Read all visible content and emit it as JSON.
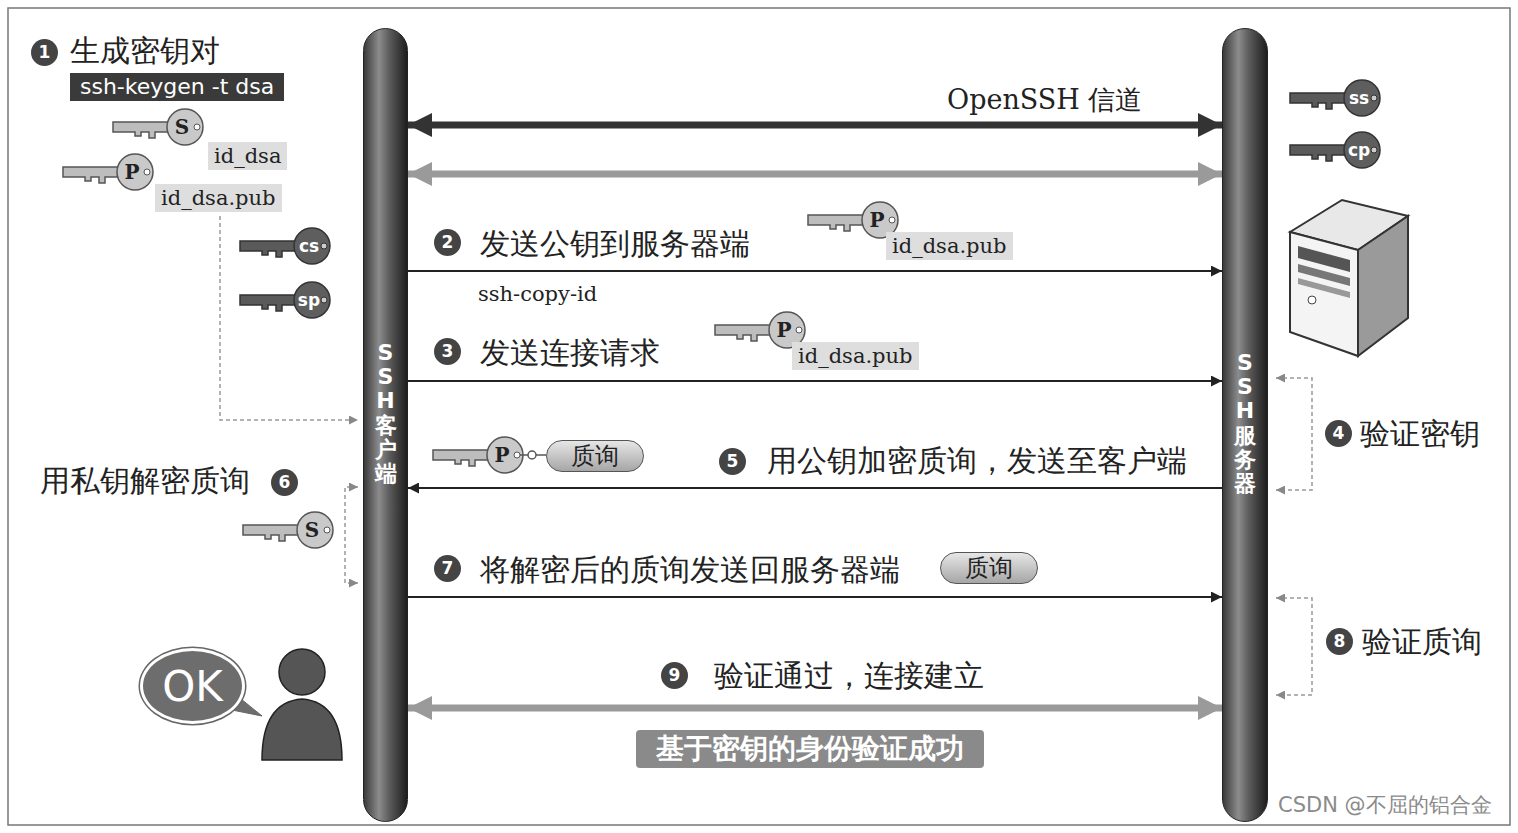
{
  "diagram": {
    "nodes": [
      {
        "text": [
          "ssh-keygen -t dsa"
        ]
      },
      {
        "text": [
          "SSH 客户端"
        ]
      },
      {
        "text": [
          "SSH 服务器"
        ]
      },
      {
        "text": [
          "质询"
        ]
      },
      {
        "text": [
          "质询"
        ]
      },
      {
        "text": [
          "基于密钥的身份验证成功"
        ]
      },
      {
        "text": [
          "OK"
        ]
      }
    ],
    "edges": [
      {
        "from": 1,
        "to": 2,
        "arrow": "both",
        "label": "OpenSSH 信道"
      },
      {
        "from": 1,
        "to": 2,
        "arrow": "both"
      },
      {
        "from": 1,
        "to": 2,
        "arrow": "to",
        "label": "发送公钥到服务器端"
      },
      {
        "from": 1,
        "to": 2,
        "arrow": "to",
        "label": "发送连接请求"
      },
      {
        "from": 2,
        "to": 1,
        "arrow": "to",
        "label": "用公钥加密质询，发送至客户端"
      },
      {
        "from": 1,
        "to": 2,
        "arrow": "to",
        "label": "将解密后的质询发送回服务器端"
      },
      {
        "from": 1,
        "to": 2,
        "arrow": "both",
        "label": "验证通过，连接建立"
      }
    ],
    "labels": [
      "1",
      "生成密钥对",
      "S",
      "id_dsa",
      "P",
      "id_dsa.pub",
      "cs",
      "sp",
      "ss",
      "cp",
      "2",
      "P",
      "id_dsa.pub",
      "ssh-copy-id",
      "3",
      "P",
      "id_dsa.pub",
      "4",
      "验证密钥",
      "P",
      "5",
      "用私钥解密质询",
      "6",
      "S",
      "7",
      "8",
      "验证质询",
      "9",
      "CSDN @不屈的铝合金"
    ]
  }
}
